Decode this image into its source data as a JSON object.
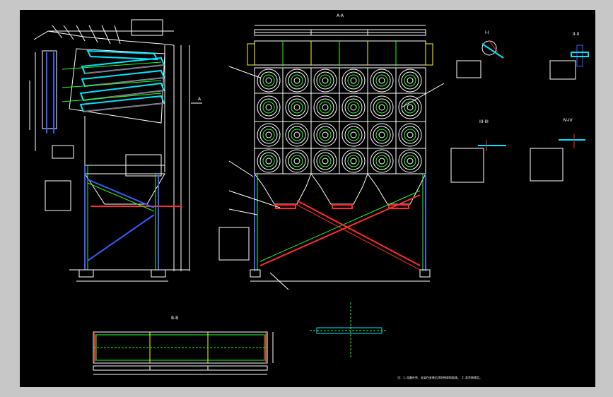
{
  "drawing": {
    "view_label_top": "A-A",
    "view_label_bottom": "B-B",
    "label_A": "A",
    "section_labels": [
      "I-I",
      "II-II",
      "III-III",
      "IV-IV"
    ],
    "notes": "注：1.设备外壳、支架在安装后涂防锈漆和面漆。 2.其余按规定。"
  },
  "colors": {
    "background": "#000000",
    "frame": "#c7c7c7",
    "line_white": "#ffffff",
    "line_cyan": "#00e5ff",
    "line_red": "#ff2a2a",
    "line_green": "#22ff22",
    "line_blue": "#3a5bff",
    "line_yellow": "#ffff00"
  }
}
